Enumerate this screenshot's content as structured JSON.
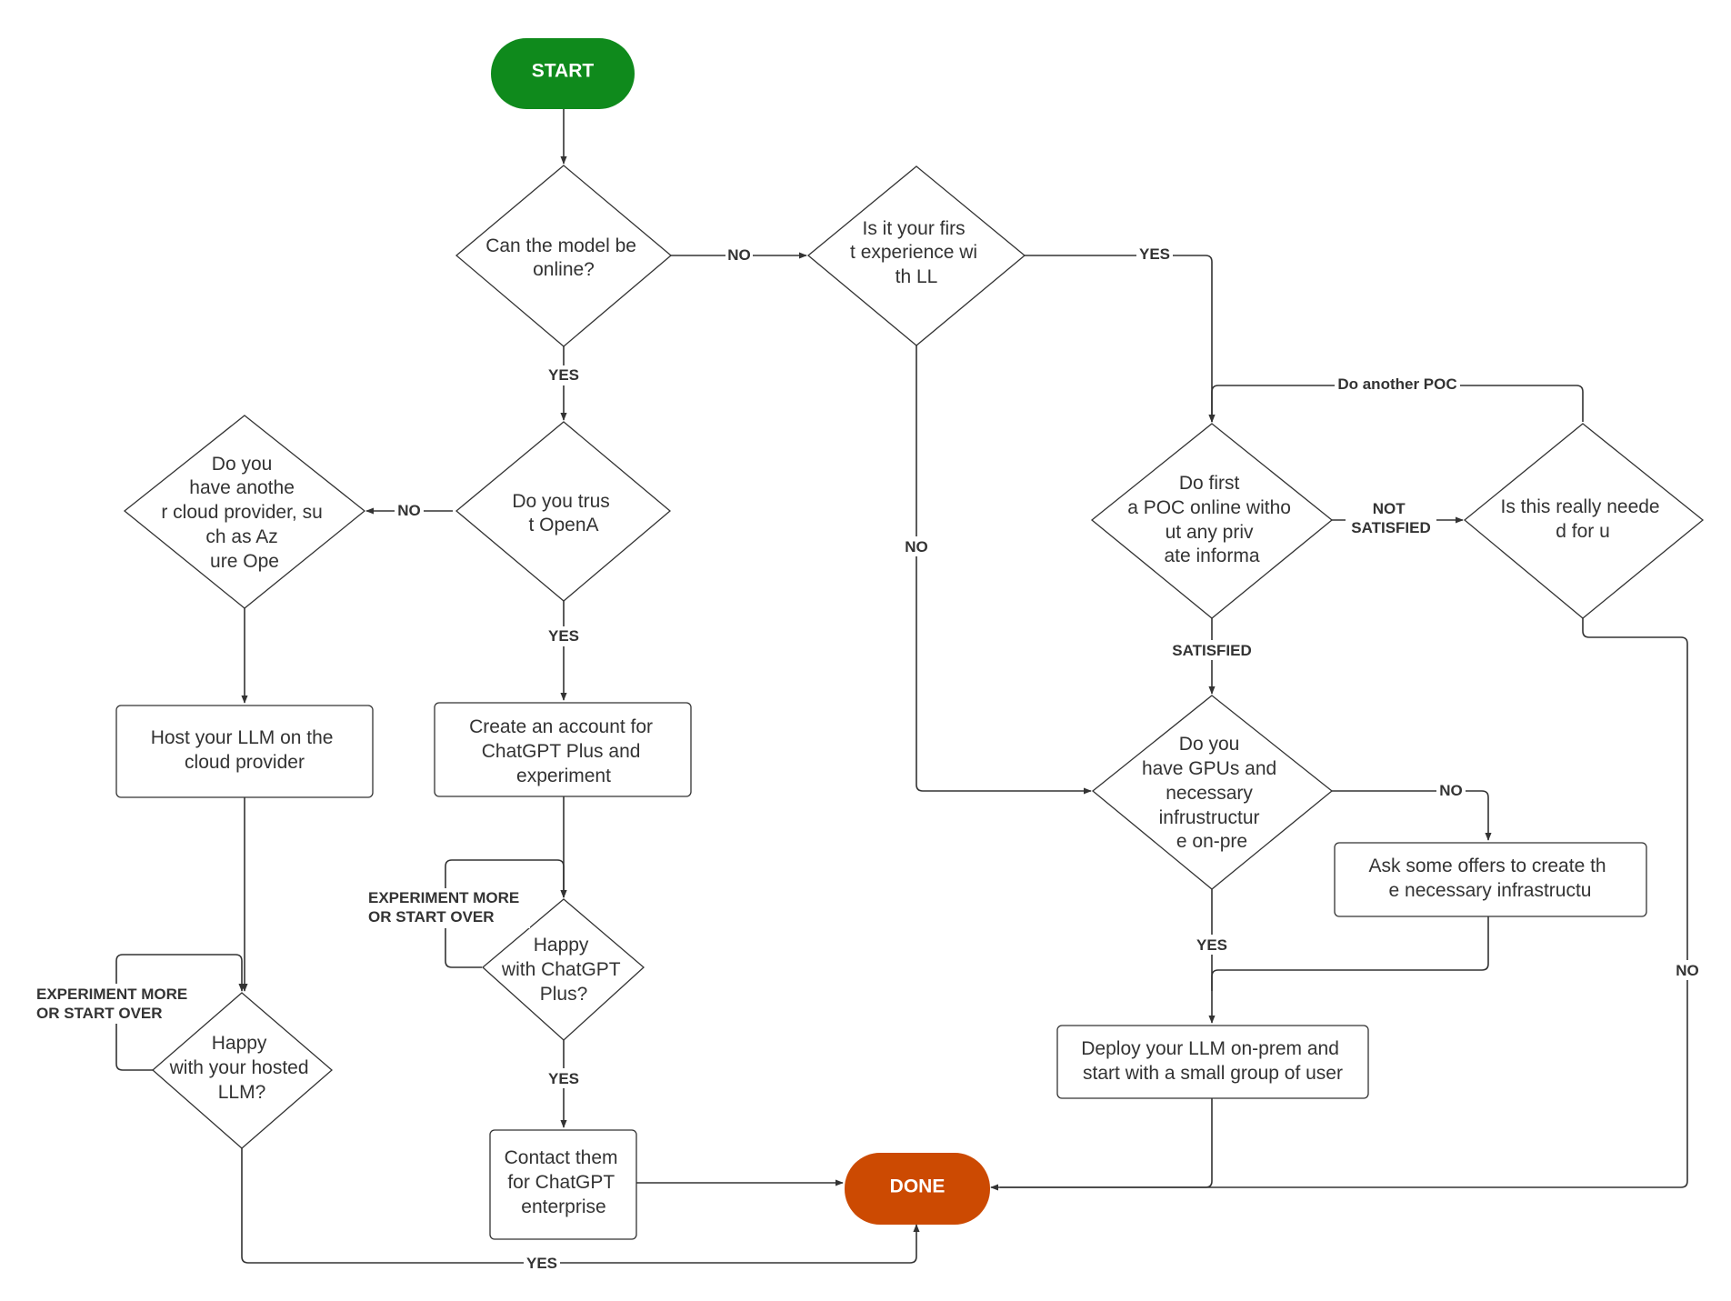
{
  "colors": {
    "start": "#0f8a1c",
    "done": "#cc4a02",
    "stroke": "#333333",
    "text": "#333333"
  },
  "nodes": {
    "start": "START",
    "q_online": "Can the model be online?",
    "q_first": "Is it your first experience with LLMs?",
    "q_trust": "Do you trust OpenAI?",
    "q_cloud": "Do you have another cloud provider, such as Azure OpenAI?",
    "host_cloud": "Host your LLM on the cloud provider",
    "create_account": "Create an account for ChatGPT Plus and experiment",
    "q_poc": "Do first a POC online without any private information",
    "q_needed": "Is this really needed for us?",
    "q_gpus": "Do you have GPUs and necessary infrustructure on-prem?",
    "ask_offers": "Ask some offers to create the necessary infrastructure",
    "q_happy_plus": "Happy with ChatGPT Plus?",
    "q_happy_hosted": "Happy with your hosted LLM?",
    "deploy": "Deploy your LLM on-prem and start with a small group of users",
    "contact": "Contact them for ChatGPT enterprise",
    "done": "DONE"
  },
  "edges": {
    "online_no": "NO",
    "online_yes": "YES",
    "first_yes": "YES",
    "first_no": "NO",
    "trust_no": "NO",
    "trust_yes": "YES",
    "another_poc": "Do another POC",
    "not_satisfied": "NOT SATISFIED",
    "satisfied": "SATISFIED",
    "gpus_no": "NO",
    "gpus_yes": "YES",
    "needed_no": "NO",
    "experiment_plus": "EXPERIMENT MORE OR START OVER",
    "experiment_hosted": "EXPERIMENT MORE OR START OVER",
    "happy_plus_yes": "YES",
    "hosted_yes": "YES"
  }
}
